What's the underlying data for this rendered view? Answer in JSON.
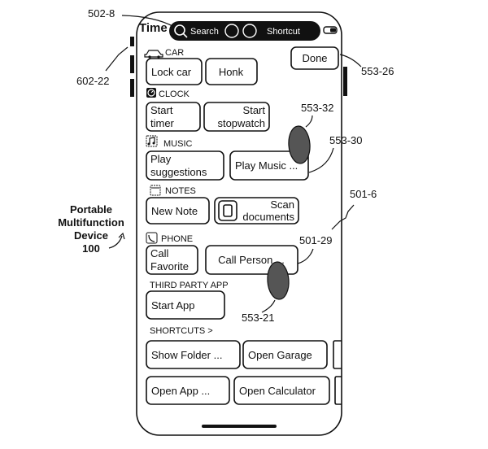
{
  "header": {
    "title": "Time",
    "search_label": "Search",
    "shortcut_label": "Shortcut"
  },
  "done_label": "Done",
  "sections": {
    "car": {
      "label": "CAR",
      "icon": "car-icon",
      "buttons": [
        "Lock car",
        "Honk"
      ]
    },
    "clock": {
      "label": "CLOCK",
      "icon": "clock-icon",
      "buttons": [
        [
          "Start",
          "timer"
        ],
        [
          "Start",
          "stopwatch"
        ]
      ]
    },
    "music": {
      "label": "MUSIC",
      "icon": "music-note-icon",
      "buttons": [
        [
          "Play",
          "suggestions"
        ],
        "Play Music ..."
      ]
    },
    "notes": {
      "label": "NOTES",
      "icon": "notepad-icon",
      "buttons": [
        "New Note",
        [
          "Scan",
          "documents"
        ]
      ]
    },
    "phone": {
      "label": "PHONE",
      "icon": "phone-icon",
      "buttons": [
        [
          "Call",
          "Favorite"
        ],
        "Call Person ..."
      ]
    },
    "third_party": {
      "label": "THIRD PARTY APP",
      "buttons": [
        "Start App"
      ]
    },
    "shortcuts": {
      "label": "SHORTCUTS >",
      "row1": [
        "Show Folder ...",
        "Open Garage"
      ],
      "row2": [
        "Open App ...",
        "Open Calculator"
      ]
    }
  },
  "callouts": {
    "c502_8": "502-8",
    "c602_22": "602-22",
    "c553_26": "553-26",
    "c553_32": "553-32",
    "c553_30": "553-30",
    "c501_6": "501-6",
    "c501_29": "501-29",
    "c553_21": "553-21"
  },
  "device_label": [
    "Portable",
    "Multifunction",
    "Device",
    "100"
  ]
}
